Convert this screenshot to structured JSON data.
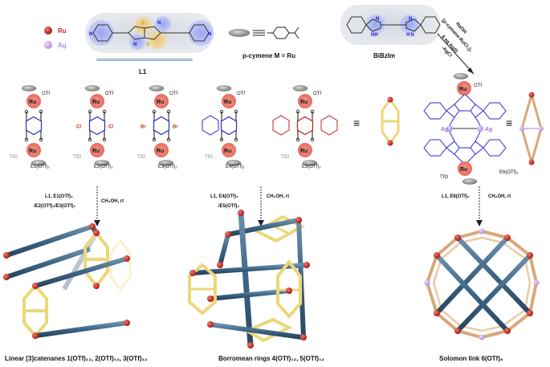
{
  "legend": {
    "ru": "Ru",
    "ag": "Ag"
  },
  "ligand_l1": {
    "name": "L1",
    "s1": "S",
    "s2": "S",
    "n1": "N",
    "n2": "N",
    "n3": "N",
    "n4": "N"
  },
  "pcymene": {
    "label": "p-cymene M = Ru"
  },
  "bibzim": {
    "name": "BiBzIm",
    "nh1": "NH",
    "nh2": "N",
    "nh3": "N",
    "nh4": "H N"
  },
  "reaction_top": {
    "l1": "NaOH",
    "l2": "[p-cymene-RuCl₂]₂",
    "l3": "6 eq Ag(I)",
    "l4": "-AgCl"
  },
  "metal": {
    "ru": "Ru",
    "ag": "Ag",
    "otf": "OTf",
    "tfo": "TfO",
    "cl": "Cl",
    "br": "Br",
    "n": "N"
  },
  "compounds": {
    "e1": "E1(OTf)₂",
    "e2": "E2(OTf)₂",
    "e3": "E3(OTf)₂",
    "e4": "E4(OTf)₂",
    "e5": "E5(OTf)₂",
    "e6": "E6(OTf)₂"
  },
  "equiv": "≡",
  "arrows": {
    "a1_left": "L1, E1(OTf)₂",
    "a1_left2": "/E2(OTf)₂/E3(OTf)₂",
    "a1_right": "CH₃OH, rt",
    "a2_left": "L1, E4(OTf)₂",
    "a2_left2": "/E5(OTf)₂",
    "a2_right": "CH₃OH, rt",
    "a3_left": "L1, E6(OTf)₂",
    "a3_right": "CH₃OH, rt"
  },
  "captions": {
    "c1": "Linear [3]catenanes 1(OTf)₁₂, 2(OTf)₁₂, 3(OTf)₁₂",
    "c2": "Borromean rings  4(OTf)₁₂, 5(OTf)₁₂",
    "c3": "Solomon link 6(OTf)₈"
  },
  "colors": {
    "ru": "#c0271f",
    "ag": "#c9a9ea",
    "rod": "#3e6585",
    "yellow": "#ecd779",
    "copper": "#d9a77a",
    "blue_bond": "#2a2ad0",
    "red_bond": "#d01818",
    "n_blue": "#1a1ad6",
    "s_gold": "#c9a23a"
  }
}
